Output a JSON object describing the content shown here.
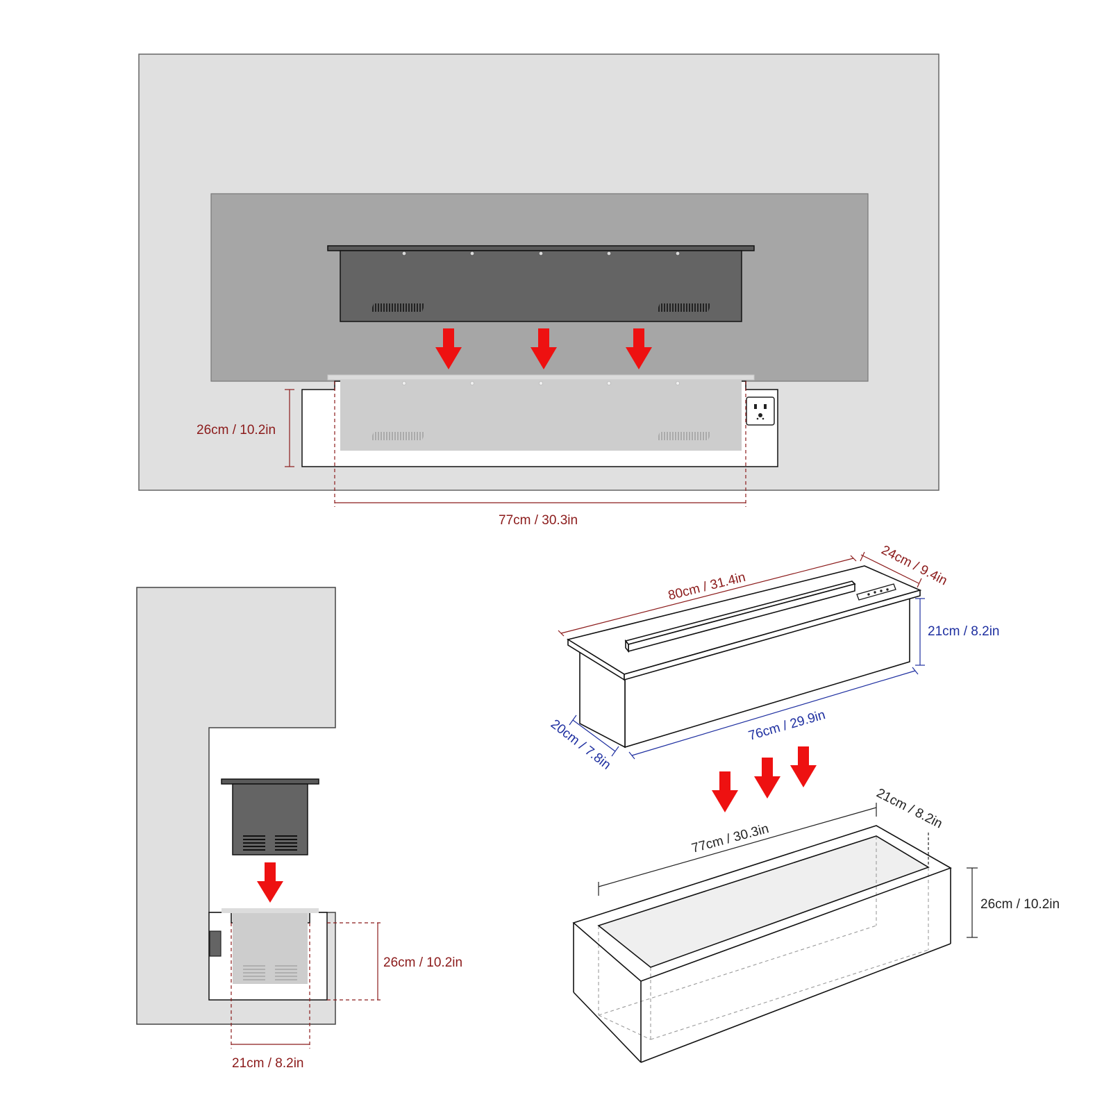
{
  "front_view": {
    "height_label": "26cm / 10.2in",
    "width_label": "77cm / 30.3in"
  },
  "side_view": {
    "height_label": "26cm / 10.2in",
    "depth_label": "21cm / 8.2in"
  },
  "unit_view": {
    "top_length_label": "80cm / 31.4in",
    "top_depth_label": "24cm / 9.4in",
    "body_height_label": "21cm / 8.2in",
    "body_length_label": "76cm / 29.9in",
    "body_depth_label": "20cm / 7.8in"
  },
  "cutout_view": {
    "length_label": "77cm / 30.3in",
    "depth_label": "21cm / 8.2in",
    "height_label": "26cm / 10.2in"
  },
  "colors": {
    "wall": "#e0e0e0",
    "panel": "#a6a6a6",
    "unit_dark": "#646464",
    "arrow": "#ee1111",
    "dim_red": "#8b1a1a",
    "dim_blue": "#1e2fa0"
  }
}
